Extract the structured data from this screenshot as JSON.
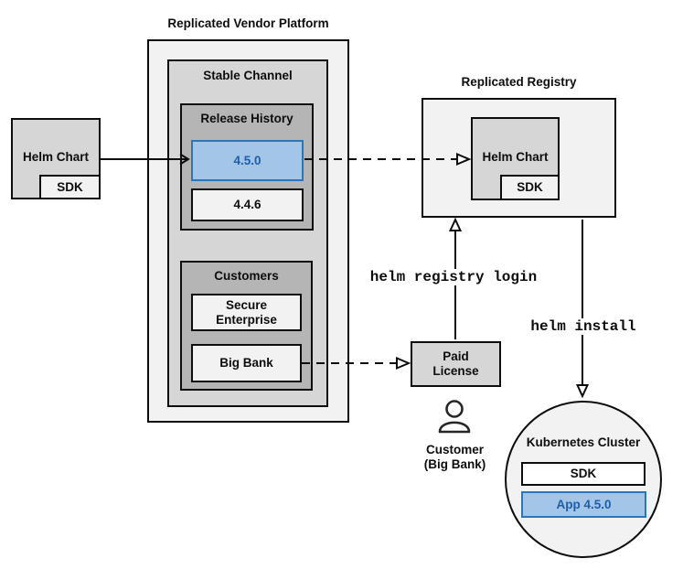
{
  "colors": {
    "box_light": "#f2f2f2",
    "box_mid": "#d6d6d6",
    "box_dark": "#b5b5b5",
    "highlight_fill": "#a3c6e8",
    "highlight_border": "#2e75b6",
    "highlight_text": "#1f5da8",
    "line": "#0d0d0d"
  },
  "vendor_platform": {
    "title": "Replicated Vendor Platform",
    "stable_channel": {
      "label": "Stable Channel",
      "release_history": {
        "label": "Release History",
        "releases": [
          {
            "version": "4.5.0",
            "highlighted": true
          },
          {
            "version": "4.4.6",
            "highlighted": false
          }
        ]
      },
      "customers": {
        "label": "Customers",
        "items": [
          {
            "name": "Secure Enterprise"
          },
          {
            "name": "Big Bank"
          }
        ]
      }
    }
  },
  "vendor_chart": {
    "label": "Helm Chart",
    "sdk": "SDK"
  },
  "registry": {
    "title": "Replicated Registry",
    "chart": {
      "label": "Helm Chart",
      "sdk": "SDK"
    }
  },
  "license": {
    "label": "Paid License"
  },
  "customer": {
    "label": "Customer (Big Bank)"
  },
  "commands": {
    "login": "helm registry login",
    "install": "helm install"
  },
  "cluster": {
    "label": "Kubernetes Cluster",
    "sdk": "SDK",
    "app": "App 4.5.0"
  }
}
